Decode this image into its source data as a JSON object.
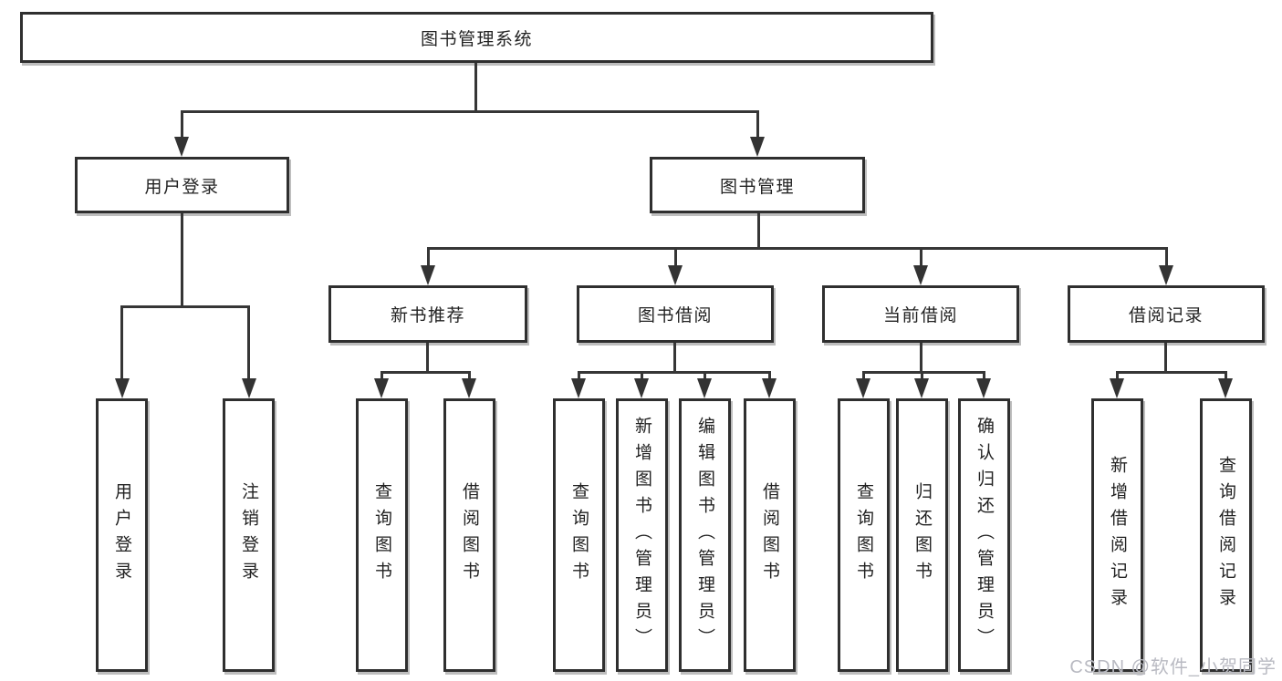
{
  "diagram": {
    "root": "图书管理系统",
    "branches": [
      {
        "label": "用户登录",
        "children": [
          "用户登录",
          "注销登录"
        ]
      },
      {
        "label": "图书管理",
        "groups": [
          {
            "label": "新书推荐",
            "children": [
              "查询图书",
              "借阅图书"
            ]
          },
          {
            "label": "图书借阅",
            "children": [
              "查询图书",
              "新增图书（管理员）",
              "编辑图书（管理员）",
              "借阅图书"
            ]
          },
          {
            "label": "当前借阅",
            "children": [
              "查询图书",
              "归还图书",
              "确认归还（管理员）"
            ]
          },
          {
            "label": "借阅记录",
            "children": [
              "新增借阅记录",
              "查询借阅记录"
            ]
          }
        ]
      }
    ],
    "watermark": "CSDN @软件_小贺同学",
    "colors": {
      "background": "#ffffff",
      "line": "#363636",
      "box_border": "#2f2f2f",
      "text": "#222222",
      "watermark": "#b9bac2"
    }
  }
}
